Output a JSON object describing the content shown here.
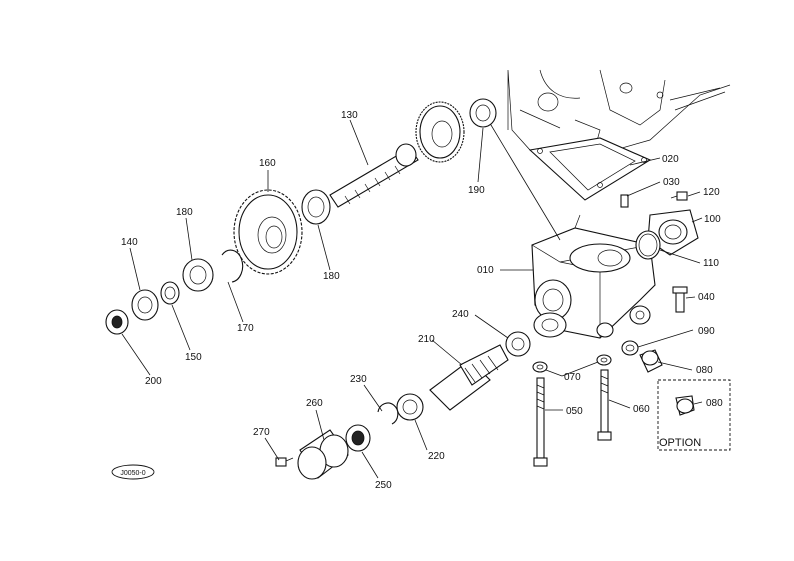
{
  "parts": [
    {
      "id": "p130",
      "label": "130"
    },
    {
      "id": "p160",
      "label": "160"
    },
    {
      "id": "p180a",
      "label": "180"
    },
    {
      "id": "p140",
      "label": "140"
    },
    {
      "id": "p170",
      "label": "170"
    },
    {
      "id": "p180b",
      "label": "180"
    },
    {
      "id": "p190",
      "label": "190"
    },
    {
      "id": "p150",
      "label": "150"
    },
    {
      "id": "p200",
      "label": "200"
    },
    {
      "id": "p020",
      "label": "020"
    },
    {
      "id": "p030",
      "label": "030"
    },
    {
      "id": "p120",
      "label": "120"
    },
    {
      "id": "p100",
      "label": "100"
    },
    {
      "id": "p010",
      "label": "010"
    },
    {
      "id": "p110",
      "label": "110"
    },
    {
      "id": "p040",
      "label": "040"
    },
    {
      "id": "p240",
      "label": "240"
    },
    {
      "id": "p090",
      "label": "090"
    },
    {
      "id": "p210",
      "label": "210"
    },
    {
      "id": "p080a",
      "label": "080"
    },
    {
      "id": "p070",
      "label": "070"
    },
    {
      "id": "p230",
      "label": "230"
    },
    {
      "id": "p080b",
      "label": "080"
    },
    {
      "id": "p050",
      "label": "050"
    },
    {
      "id": "p060",
      "label": "060"
    },
    {
      "id": "p260",
      "label": "260"
    },
    {
      "id": "p270",
      "label": "270"
    },
    {
      "id": "p220",
      "label": "220"
    },
    {
      "id": "p250",
      "label": "250"
    }
  ],
  "option_label": "OPTION",
  "drawing_code": "J0050-0"
}
